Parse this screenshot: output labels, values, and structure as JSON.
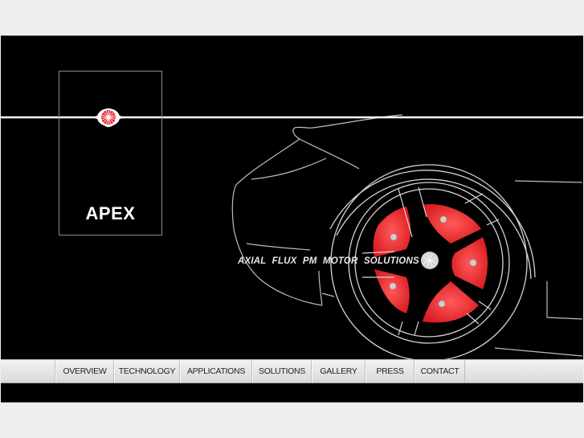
{
  "brand": {
    "logo_text": "APEX",
    "tagline": "AXIAL  FLUX  PM MOTOR  SOLUTIONS",
    "accent_color": "#e8262c"
  },
  "nav": {
    "items": [
      {
        "label": "OVERVIEW",
        "width": 71
      },
      {
        "label": "TECHNOLOGY",
        "width": 80
      },
      {
        "label": "APPLICATIONS",
        "width": 88
      },
      {
        "label": "SOLUTIONS",
        "width": 72
      },
      {
        "label": "GALLERY",
        "width": 65
      },
      {
        "label": "PRESS",
        "width": 59
      },
      {
        "label": "CONTACT",
        "width": 61
      }
    ]
  },
  "icons": {
    "logo_emblem": "turbine-emblem-icon",
    "tagline_emblem": "turbine-emblem-icon",
    "hero": "car-wheel-illustration"
  }
}
